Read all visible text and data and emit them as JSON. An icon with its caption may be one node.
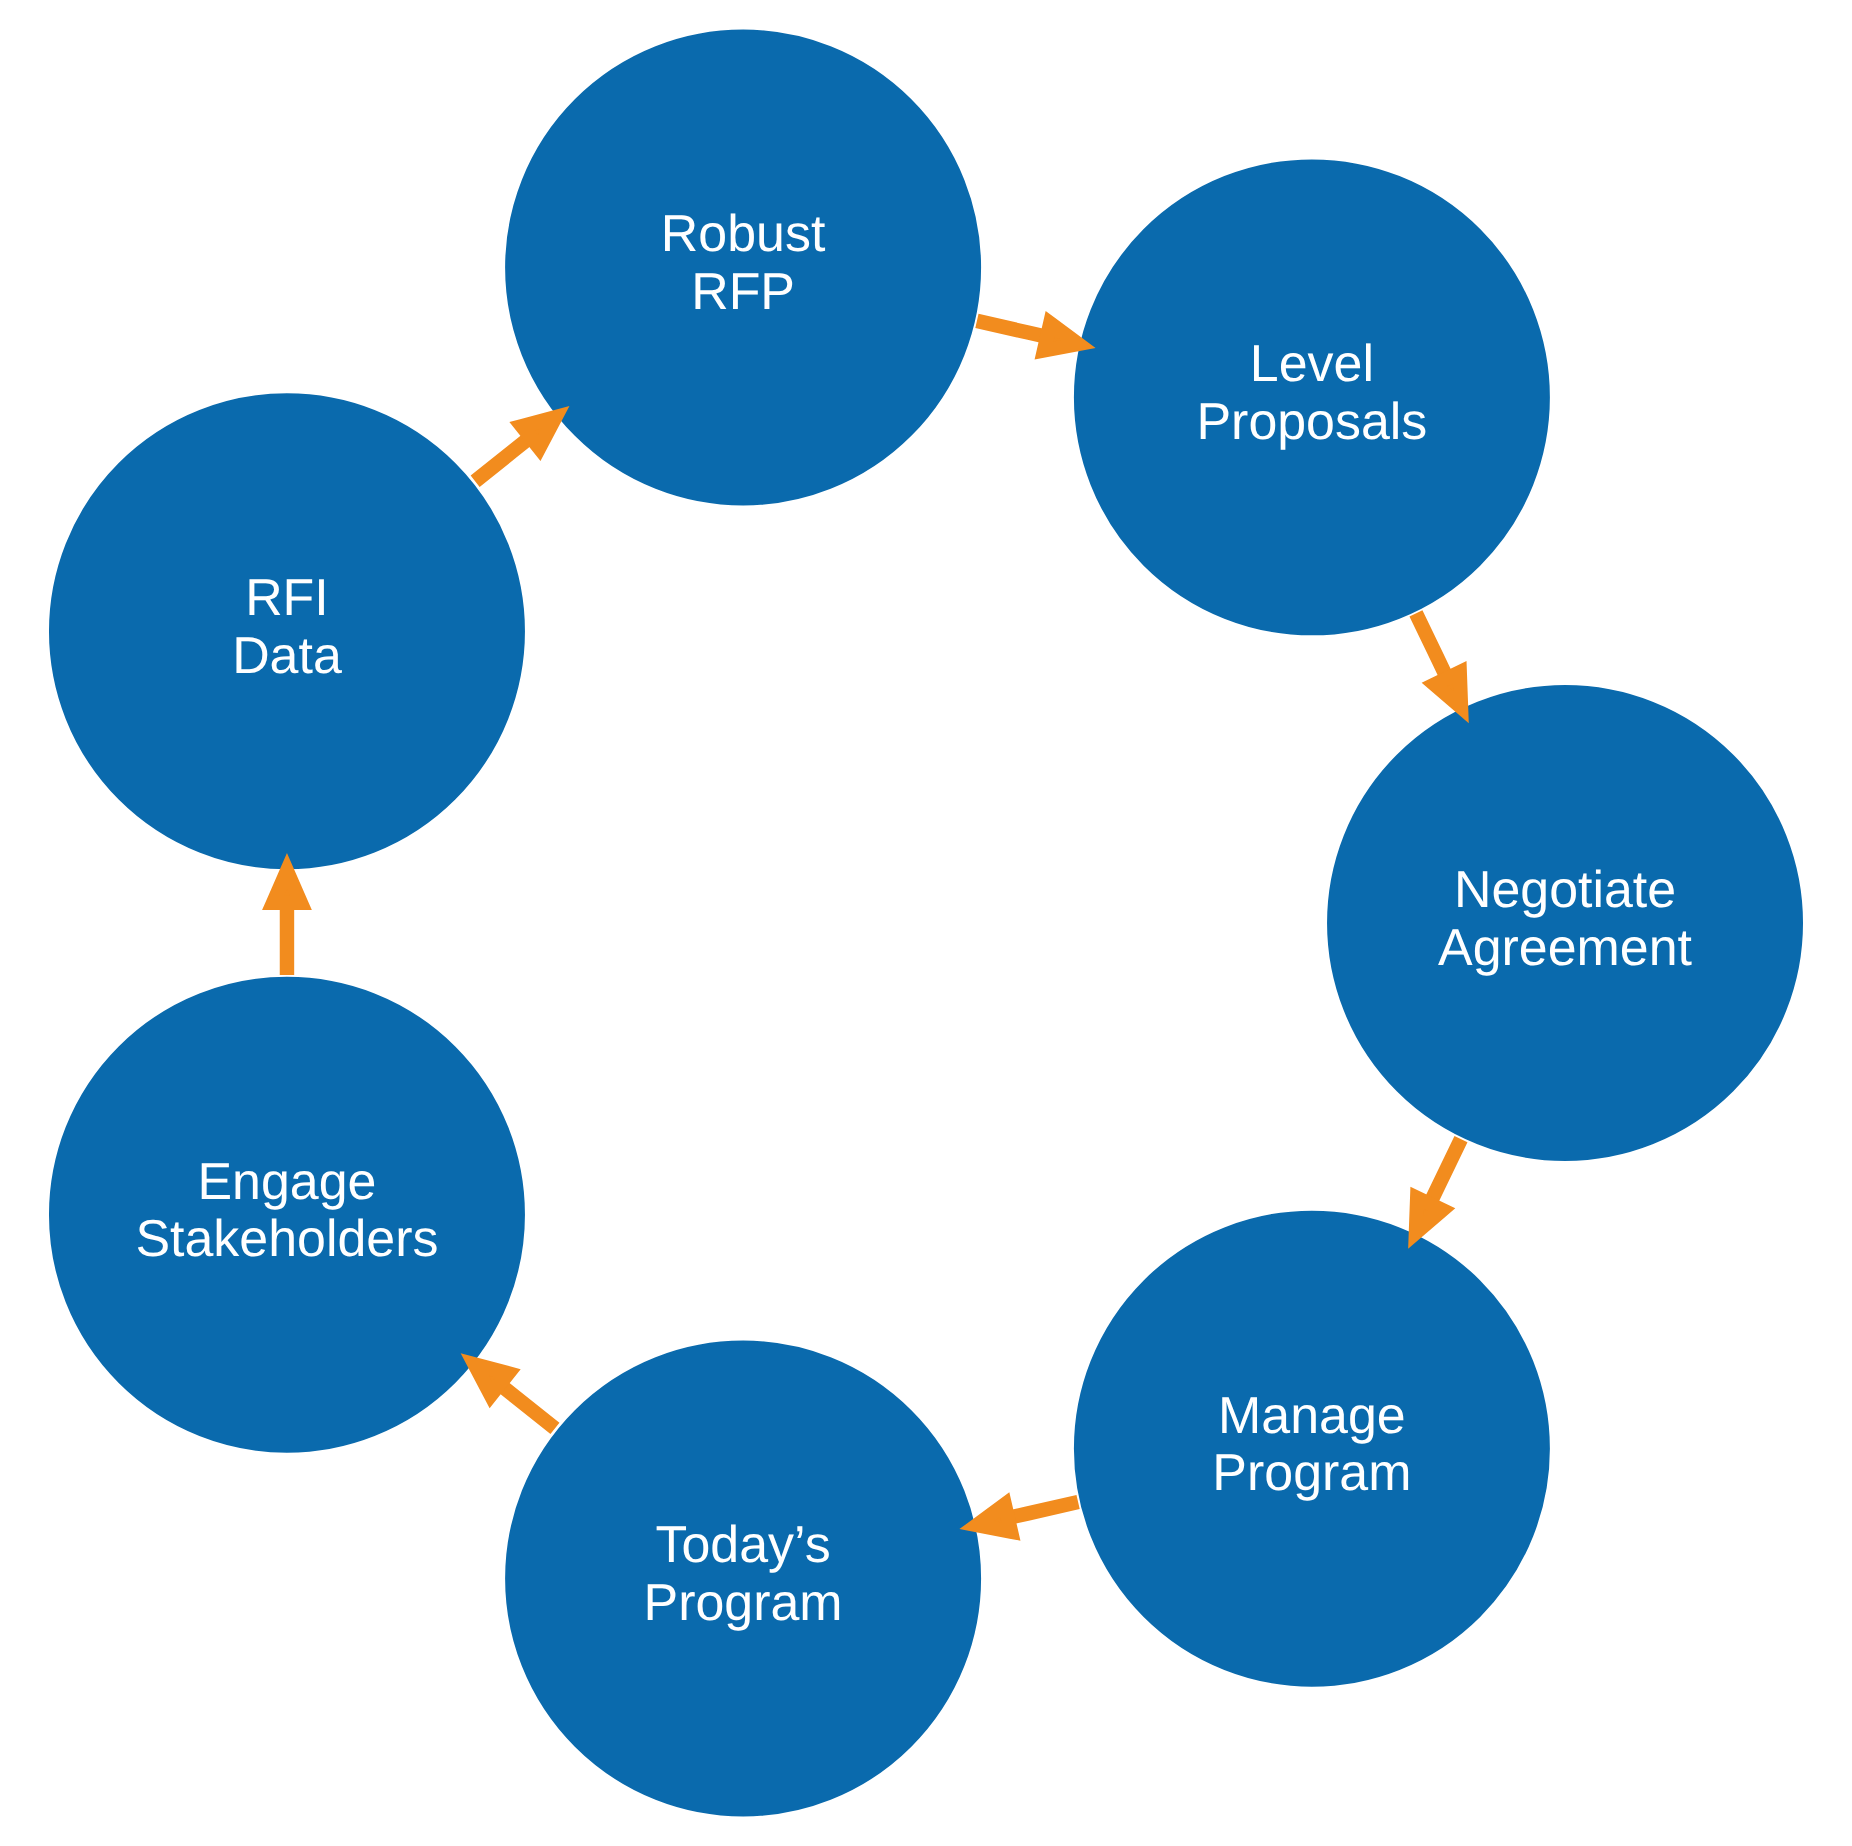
{
  "diagram": {
    "nodes": [
      {
        "text": [
          "Manage Program"
        ]
      },
      {
        "text": [
          "Today’s Program"
        ]
      },
      {
        "text": [
          "Engage Stakeholders"
        ]
      },
      {
        "text": [
          "RFI Data"
        ]
      },
      {
        "text": [
          "Robust RFP"
        ]
      },
      {
        "text": [
          "Level Proposals"
        ]
      },
      {
        "text": [
          "Negotiate Agreement"
        ]
      }
    ],
    "edges": [
      {
        "from": 1,
        "to": 2,
        "arrow": "to"
      },
      {
        "from": 2,
        "to": 3,
        "arrow": "to"
      },
      {
        "from": 3,
        "to": 4,
        "arrow": "to"
      },
      {
        "from": 4,
        "to": 5,
        "arrow": "to"
      },
      {
        "from": 5,
        "to": 6,
        "arrow": "to"
      },
      {
        "from": 6,
        "to": 0,
        "arrow": "to"
      },
      {
        "from": 0,
        "to": 1,
        "arrow": "to"
      }
    ]
  }
}
